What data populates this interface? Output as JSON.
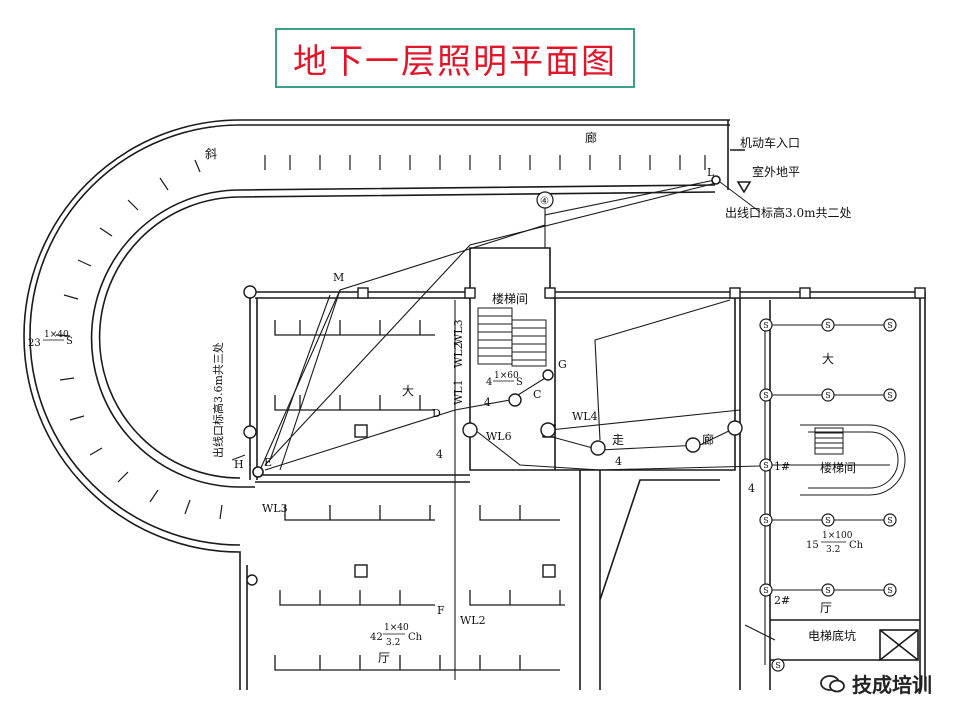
{
  "title": "地下一层照明平面图",
  "labels": {
    "xie": "斜",
    "lang": "廊",
    "vehicle_entrance": "机动车入口",
    "outdoor_level": "室外地平",
    "outlet_note_30": "出线口标高3.0m共二处",
    "outlet_note_36": "出线口标高3.6m共三处",
    "axis_4": "④",
    "stair_left": "楼梯间",
    "stair_right": "楼梯间",
    "da_left": "大",
    "da_right": "大",
    "zou": "走",
    "lang2": "廊",
    "ting_left": "厅",
    "ting_right": "厅",
    "elevator_pit": "电梯底坑",
    "wl1": "WL1",
    "wl2_v": "WL2",
    "wl3_v": "WL3",
    "wl3": "WL3",
    "wl4": "WL4",
    "wl6": "WL6",
    "wl2": "WL2",
    "pt_M": "M",
    "pt_L": "L",
    "pt_G": "G",
    "pt_C": "C",
    "pt_D": "D",
    "pt_E": "E",
    "pt_H": "H",
    "pt_F": "F",
    "pt_S": "S",
    "n4a": "4",
    "n4b": "4",
    "n4c": "4",
    "n4d": "4",
    "one": "1#",
    "two": "2#",
    "ramp_count": "23",
    "ramp_spec": "1×40",
    "ramp_type": "S",
    "stair_count": "4",
    "stair_spec": "1×60",
    "stair_type": "S",
    "hall_count": "15",
    "hall_spec": "1×100",
    "hall_height": "3.2",
    "hall_type": "Ch",
    "garage_count": "42",
    "garage_spec": "1×40",
    "garage_height": "3.2",
    "garage_type": "Ch"
  },
  "watermark": "技成培训",
  "colors": {
    "title": "#e0162b",
    "frame": "#3aa08a",
    "line": "#1a1a1a"
  }
}
